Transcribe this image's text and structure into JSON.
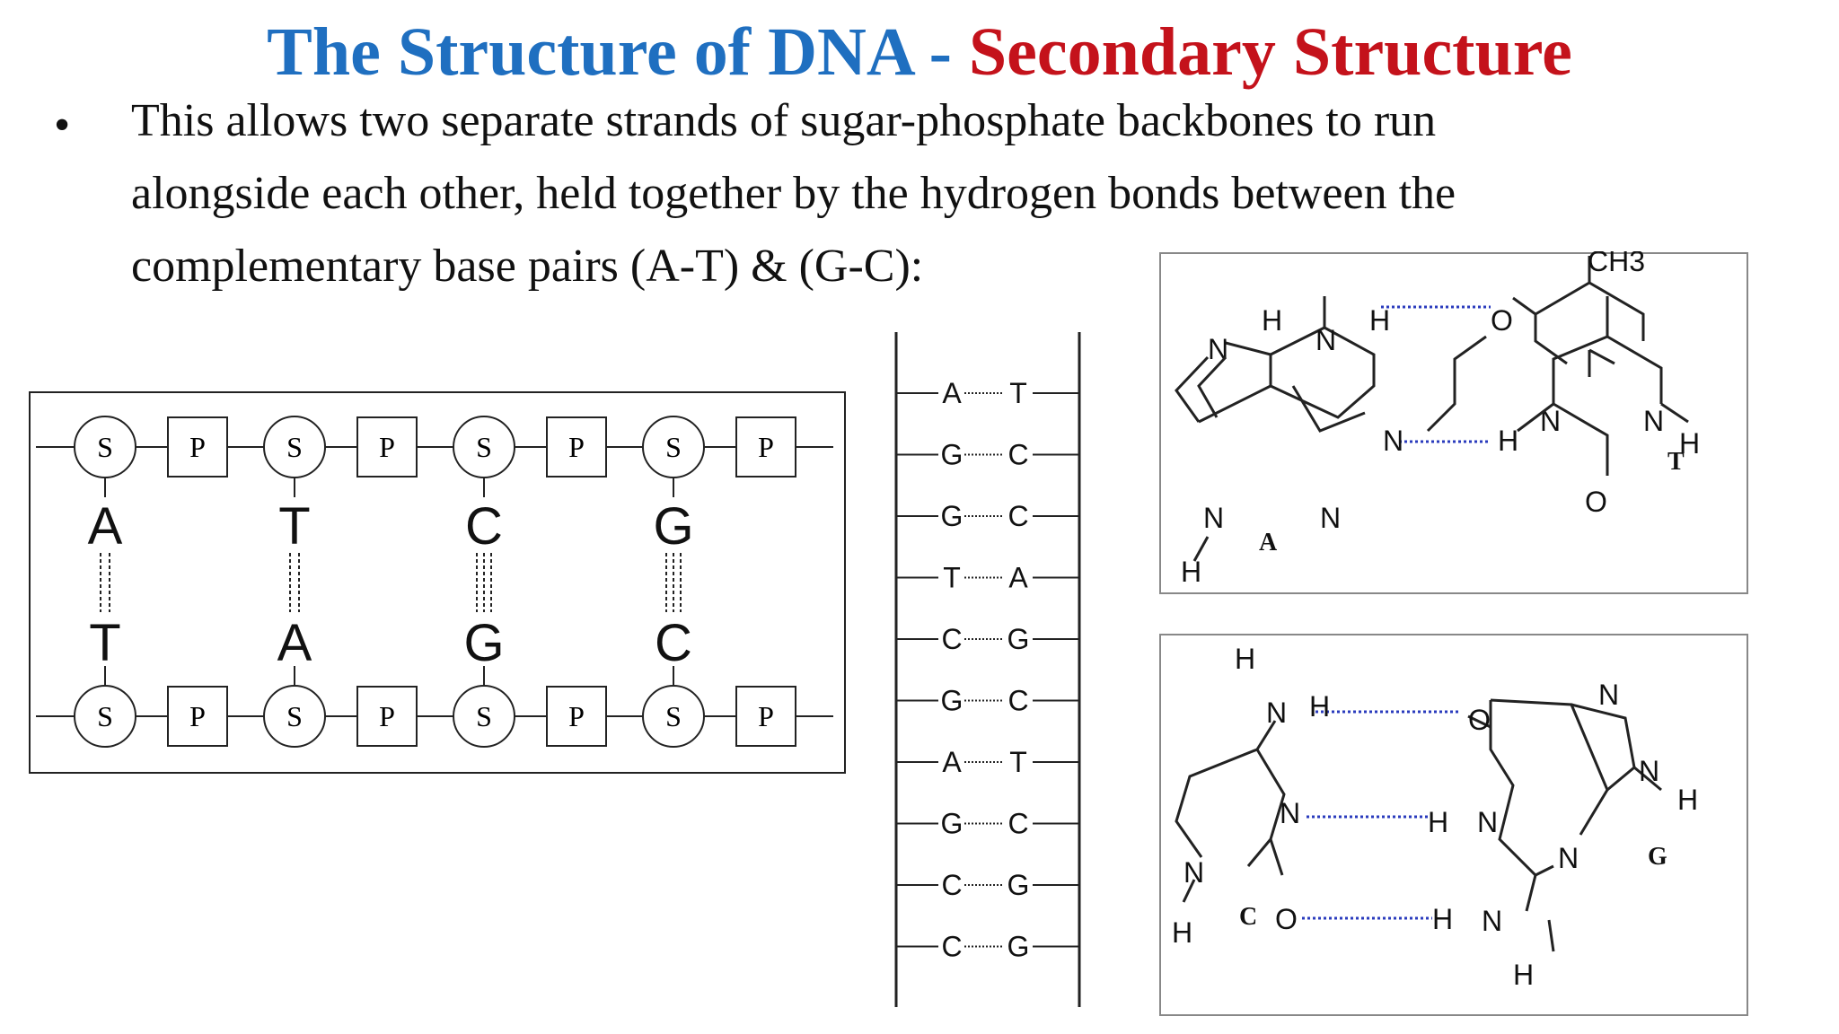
{
  "title": {
    "part1": "The Structure of DNA",
    "separator": " - ",
    "part2": "Secondary Structure",
    "colors": {
      "part1": "#1f6fc0",
      "part2": "#c4121b"
    }
  },
  "bullet_symbol": "•",
  "body_lines": [
    "This allows two separate strands of sugar-phosphate backbones to run",
    "alongside each other, held together by the hydrogen bonds between the",
    "complementary base pairs  (A-T) & (G-C):"
  ],
  "strand_diagram": {
    "sugar_label": "S",
    "phosphate_label": "P",
    "top_bases": [
      "A",
      "T",
      "C",
      "G"
    ],
    "bottom_bases": [
      "T",
      "A",
      "G",
      "C"
    ]
  },
  "ladder": {
    "pairs": [
      [
        "A",
        "T"
      ],
      [
        "G",
        "C"
      ],
      [
        "G",
        "C"
      ],
      [
        "T",
        "A"
      ],
      [
        "C",
        "G"
      ],
      [
        "G",
        "C"
      ],
      [
        "A",
        "T"
      ],
      [
        "G",
        "C"
      ],
      [
        "C",
        "G"
      ],
      [
        "C",
        "G"
      ]
    ]
  },
  "at_pair": {
    "adenine_label": "A",
    "thymine_label": "T",
    "methyl": "CH3",
    "atoms": {
      "N": "N",
      "H": "H",
      "O": "O"
    }
  },
  "gc_pair": {
    "cytosine_label": "C",
    "guanine_label": "G",
    "atoms": {
      "N": "N",
      "H": "H",
      "O": "O"
    }
  }
}
